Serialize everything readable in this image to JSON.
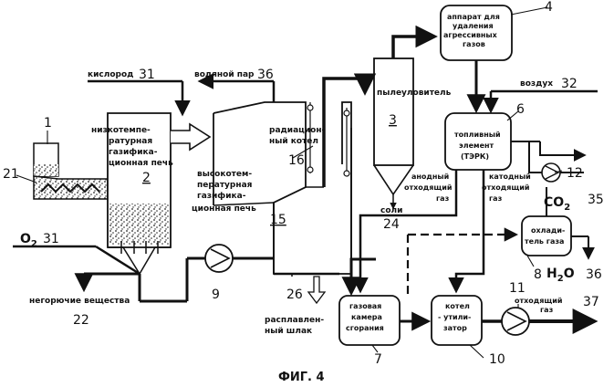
{
  "figure_caption": "ФИГ. 4",
  "labels": {
    "oxygen_top": "кислород",
    "steam": "водяной пар",
    "air": "воздух",
    "o2_left": "O",
    "o2_left_sub": "2",
    "noncombustibles": "негорючие вещества",
    "molten_slag_1": "расплавлен-",
    "molten_slag_2": "ный шлак",
    "salts": "соли",
    "co2": "CO",
    "co2_sub": "2",
    "h2o": "H",
    "h2o_sub": "2",
    "h2o_tail": "O",
    "anode_gas_1": "анодный",
    "anode_gas_2": "отходящий",
    "anode_gas_3": "газ",
    "cathode_gas_1": "катодный",
    "cathode_gas_2": "отходящий",
    "cathode_gas_3": "газ",
    "exhaust_gas_1": "отходящий",
    "exhaust_gas_2": "газ",
    "radiation_boiler_1": "радиацион-",
    "radiation_boiler_2": "ный котел",
    "low_temp_furnace_1": "низкотемпе-",
    "low_temp_furnace_2": "ратурная",
    "low_temp_furnace_3": "газифика-",
    "low_temp_furnace_4": "ционная печь",
    "high_temp_furnace_1": "высокотем-",
    "high_temp_furnace_2": "пературная",
    "high_temp_furnace_3": "газифика-",
    "high_temp_furnace_4": "ционная печь",
    "dust_collector": "пылеуловитель",
    "aggressive_gas_1": "аппарат для",
    "aggressive_gas_2": "удаления",
    "aggressive_gas_3": "агрессивных",
    "aggressive_gas_4": "газов",
    "fuel_cell_1": "топливный",
    "fuel_cell_2": "элемент",
    "fuel_cell_3": "(ТЭРК)",
    "gas_cooler_1": "охлади-",
    "gas_cooler_2": "тель газа",
    "combustion_1": "газовая",
    "combustion_2": "камера",
    "combustion_3": "сгорания",
    "waste_boiler_1": "котел",
    "waste_boiler_2": "- утили-",
    "waste_boiler_3": "затор"
  },
  "numbers": {
    "n1": "1",
    "n2": "2",
    "n3": "3",
    "n4": "4",
    "n6": "6",
    "n7": "7",
    "n8": "8",
    "n9": "9",
    "n10": "10",
    "n11": "11",
    "n12": "12",
    "n15": "15",
    "n16": "16",
    "n21": "21",
    "n22": "22",
    "n24": "24",
    "n26": "26",
    "n31a": "31",
    "n31b": "31",
    "n32": "32",
    "n35": "35",
    "n36a": "36",
    "n36b": "36",
    "n37": "37"
  }
}
